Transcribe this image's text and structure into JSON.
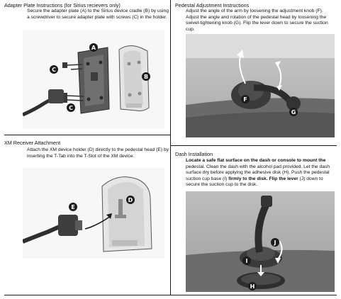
{
  "adapter": {
    "heading": "Adapter Plate Instructions (for Sirius recievers only)",
    "text": "Secure the adapter plate (A) to the Sirius device cradle (B) by using a screwdriver to secure adapter plate with screws (C) in the holder.",
    "labels": {
      "a": "A",
      "b": "B",
      "c1": "C",
      "c2": "C"
    }
  },
  "xm": {
    "heading": "XM Receiver Attachment",
    "text": "Attach the XM device holder (D) directly to the pedestal head (E) by inserting the T-Tab into the T-Slot of the XM device.",
    "labels": {
      "d": "D",
      "e": "E"
    }
  },
  "pedestal": {
    "heading": "Pedestal Adjustment Instructions",
    "text": "Adjust the angle of the arm by loosening the adjustment knob (F). Adjust the angle and rotation of the pedestal head by loosening the swivel-tightening knob (G). Flip the lever down to secure the suction cup.",
    "labels": {
      "f": "F",
      "g": "G"
    }
  },
  "dash": {
    "heading": "Dash Installation",
    "bold1": "Locate a safe flat surface on the dash or console to mount the",
    "text1": " pedestal. Clean the dash with the alcohol pad provided. Let the dash surface dry before applying the adhesive disk (H). Push the pedestal suction cup base (I) ",
    "bold2": "firmly to the disk. Flip the lever",
    "text2": " (J) down to secure the suction cup to the disk.",
    "labels": {
      "h": "H",
      "i": "I",
      "j": "J"
    }
  }
}
